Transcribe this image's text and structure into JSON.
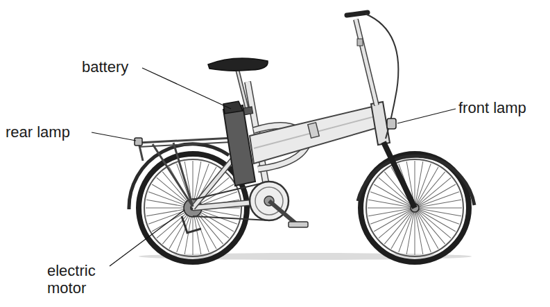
{
  "diagram": {
    "labels": [
      "battery",
      "rear lamp",
      "front lamp",
      "electric motor"
    ]
  }
}
